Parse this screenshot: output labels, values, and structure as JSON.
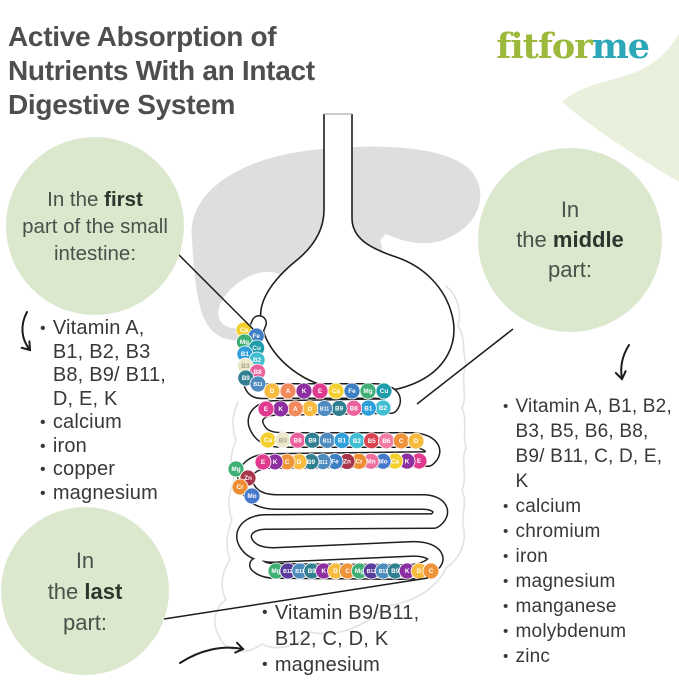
{
  "header": {
    "title_lines": [
      "Active Absorption of",
      "Nutrients With an Intact",
      "Digestive System"
    ],
    "logo": {
      "part1": "fitfor",
      "part2": "me",
      "part1_color": "#9cb93c",
      "part2_color": "#2ba7b7"
    }
  },
  "circles": {
    "first": {
      "lines": [
        [
          {
            "t": "In the "
          },
          {
            "t": "first",
            "b": true
          }
        ],
        [
          {
            "t": "part of the small"
          }
        ],
        [
          {
            "t": "intestine:"
          }
        ]
      ]
    },
    "middle": {
      "lines": [
        [
          {
            "t": "In"
          }
        ],
        [
          {
            "t": "the "
          },
          {
            "t": "middle",
            "b": true
          }
        ],
        [
          {
            "t": "part:"
          }
        ]
      ]
    },
    "last": {
      "lines": [
        [
          {
            "t": "In"
          }
        ],
        [
          {
            "t": "the "
          },
          {
            "t": "last",
            "b": true
          }
        ],
        [
          {
            "t": "part:"
          }
        ]
      ]
    }
  },
  "lists": {
    "first": [
      "Vitamin A, B1, B2, B3 B8, B9/ B11, D, E, K",
      "calcium",
      "iron",
      "copper",
      "magnesium"
    ],
    "middle": [
      "Vitamin A, B1, B2, B3, B5, B6, B8, B9/ B11, C, D, E, K",
      "calcium",
      "chromium",
      "iron",
      "magnesium",
      "manganese",
      "molybdenum",
      "zinc"
    ],
    "last": [
      "Vitamin B9/B11, B12, C, D, K",
      "magnesium"
    ]
  },
  "beads": {
    "palette": {
      "Ca": {
        "bg": "#f3cf2f"
      },
      "Fe": {
        "bg": "#3e7ec2"
      },
      "Mg": {
        "bg": "#3fae74"
      },
      "Cu": {
        "bg": "#1f9cab"
      },
      "B1": {
        "bg": "#2e9fd8"
      },
      "B2": {
        "bg": "#3fbdd1"
      },
      "B3": {
        "bg": "#ebe8cc",
        "fg": "#a9a387"
      },
      "B5": {
        "bg": "#d84350"
      },
      "B6": {
        "bg": "#f17ba3"
      },
      "B8": {
        "bg": "#ec609d"
      },
      "B9": {
        "bg": "#337f92"
      },
      "B11": {
        "bg": "#4e8bbf"
      },
      "B12": {
        "bg": "#5a3c9c"
      },
      "A": {
        "bg": "#f18a5d"
      },
      "C": {
        "bg": "#f0943c"
      },
      "D": {
        "bg": "#f6bb3f"
      },
      "E": {
        "bg": "#e13b90"
      },
      "K": {
        "bg": "#8e2fa1"
      },
      "Mo": {
        "bg": "#4779cb"
      },
      "Mn": {
        "bg": "#ec6f9e"
      },
      "Zn": {
        "bg": "#a8354a"
      },
      "Cr": {
        "bg": "#ee8e33"
      }
    },
    "chains": [
      {
        "name": "duodenum",
        "labels": [
          "Ca",
          "Fe",
          "Mg",
          "Cu",
          "B1",
          "B2",
          "B3",
          "B8",
          "B9",
          "B11"
        ]
      },
      {
        "name": "jejunum-upper",
        "labels": [
          "D",
          "A",
          "K",
          "E",
          "Ca",
          "Fe",
          "Mg",
          "Cu"
        ]
      },
      {
        "name": "jejunum-return",
        "labels": [
          "B2",
          "B1",
          "B8",
          "B9",
          "B11",
          "D",
          "A",
          "K",
          "E"
        ]
      },
      {
        "name": "mid-run",
        "labels": [
          "Ca",
          "B3",
          "B8",
          "B9",
          "B11",
          "B1",
          "B2",
          "B5",
          "B6",
          "C",
          "D"
        ]
      },
      {
        "name": "mid-return",
        "labels": [
          "E",
          "K",
          "Ca",
          "Mo",
          "Mn",
          "Cr",
          "Zn",
          "Fe",
          "B11",
          "B9",
          "D",
          "C",
          "K",
          "E"
        ]
      },
      {
        "name": "descender",
        "labels": [
          "Mg",
          "Zn",
          "Cr",
          "Mo"
        ]
      },
      {
        "name": "last-part",
        "labels": [
          "Mg",
          "B12",
          "B11",
          "B9",
          "K",
          "D",
          "C",
          "Mg",
          "B12",
          "B11",
          "B9",
          "K",
          "D",
          "C"
        ]
      }
    ]
  },
  "colors": {
    "circle_bg": "#dce8ce",
    "title": "#4e4e4e",
    "body_text": "#383838",
    "liver_silhouette": "#dedede",
    "colon_outline": "#e2e2e2",
    "line": "#1c1c1c",
    "corner_wedge": "#e9f0dc"
  }
}
